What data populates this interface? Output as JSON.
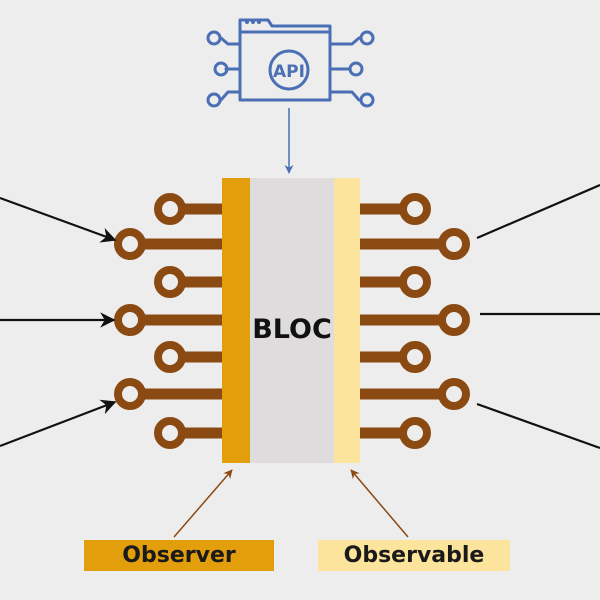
{
  "diagram": {
    "api_label": "API",
    "bloc_label": "BLOC",
    "observer_label": "Observer",
    "observable_label": "Observable"
  },
  "colors": {
    "background": "#ededed",
    "api_blue": "#4a6fb5",
    "pin_brown": "#8b4a12",
    "observer_orange": "#e39e0b",
    "observable_yellow": "#fde49c",
    "bloc_gray": "#dedcdc",
    "arrow_black": "#111111"
  }
}
